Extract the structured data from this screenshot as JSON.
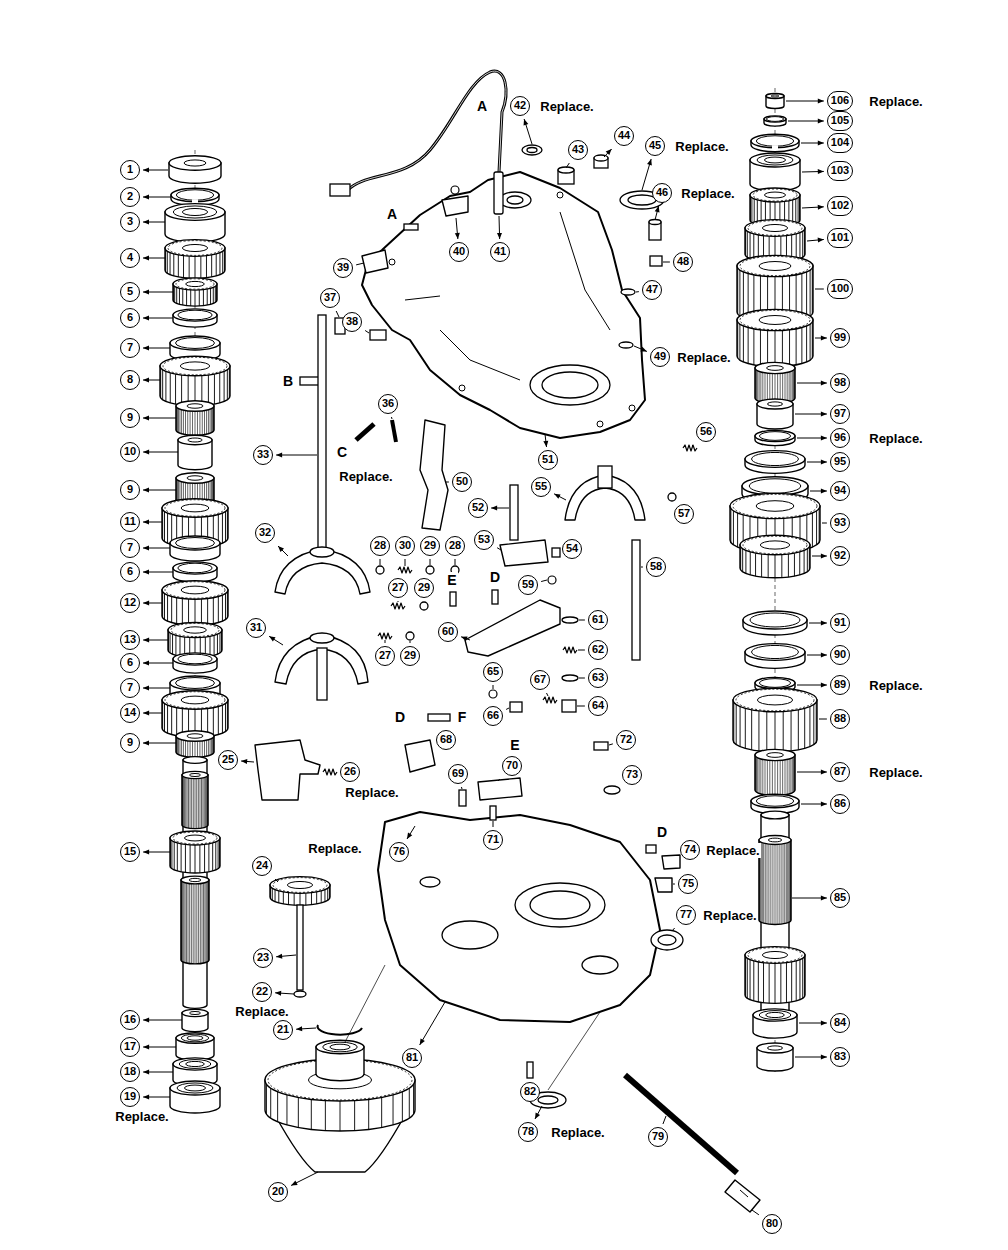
{
  "diagram": {
    "labels": [
      "1",
      "2",
      "3",
      "4",
      "5",
      "6",
      "7",
      "8",
      "9",
      "10",
      "9",
      "11",
      "7",
      "6",
      "12",
      "13",
      "6",
      "7",
      "14",
      "9",
      "15",
      "16",
      "17",
      "18",
      "19",
      "Replace.",
      "20",
      "21",
      "22",
      "Replace.",
      "23",
      "24",
      "25",
      "26",
      "Replace.",
      "Replace.",
      "76",
      "31",
      "32",
      "33",
      "28",
      "30",
      "29",
      "28",
      "27",
      "29",
      "27",
      "29",
      "A",
      "A",
      "40",
      "41",
      "42",
      "Replace.",
      "43",
      "44",
      "45",
      "Replace.",
      "46",
      "Replace.",
      "48",
      "47",
      "49",
      "Replace.",
      "39",
      "37",
      "38",
      "B",
      "C",
      "36",
      "Replace.",
      "50",
      "51",
      "52",
      "53",
      "55",
      "54",
      "56",
      "57",
      "58",
      "E",
      "D",
      "59",
      "60",
      "61",
      "62",
      "63",
      "64",
      "65",
      "F",
      "66",
      "67",
      "D",
      "68",
      "69",
      "E",
      "70",
      "71",
      "72",
      "73",
      "D",
      "74",
      "Replace.",
      "75",
      "77",
      "Replace.",
      "78",
      "Replace.",
      "79",
      "80",
      "81",
      "82",
      "106",
      "Replace.",
      "105",
      "104",
      "103",
      "102",
      "101",
      "100",
      "99",
      "98",
      "97",
      "96",
      "Replace.",
      "95",
      "94",
      "93",
      "92",
      "91",
      "90",
      "89",
      "Replace.",
      "88",
      "87",
      "Replace.",
      "86",
      "85",
      "84",
      "83"
    ]
  }
}
